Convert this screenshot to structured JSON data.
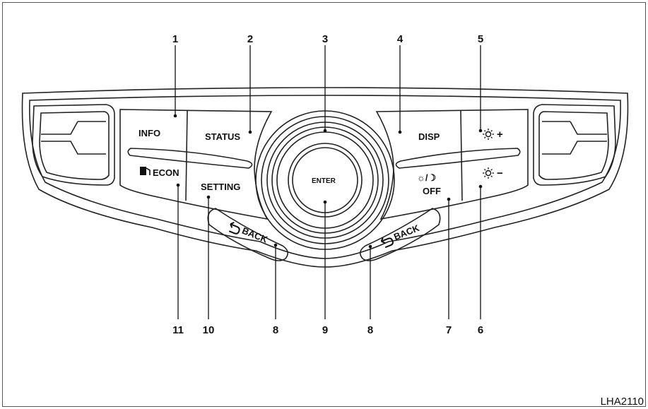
{
  "figure_id": "LHA2110",
  "buttons": {
    "info": "INFO",
    "status": "STATUS",
    "econ": "ECON",
    "setting": "SETTING",
    "enter": "ENTER",
    "disp": "DISP",
    "brightness_up": "+",
    "brightness_down": "−",
    "day_night": "☼/☽",
    "off": "OFF",
    "back_left": "BACK",
    "back_right": "BACK"
  },
  "callouts": [
    "1",
    "2",
    "3",
    "4",
    "5",
    "6",
    "7",
    "8",
    "9",
    "10",
    "11"
  ],
  "callout_labels": {
    "c1": "1",
    "c2": "2",
    "c3": "3",
    "c4": "4",
    "c5": "5",
    "c6": "6",
    "c7": "7",
    "c8a": "8",
    "c8b": "8",
    "c9": "9",
    "c10": "10",
    "c11": "11"
  },
  "icons": {
    "fuel": "fuel-pump-icon",
    "sun": "sun-icon",
    "back_arrow": "return-arrow-icon",
    "moon": "moon-icon"
  },
  "colors": {
    "ink": "#111111",
    "background": "#ffffff"
  }
}
